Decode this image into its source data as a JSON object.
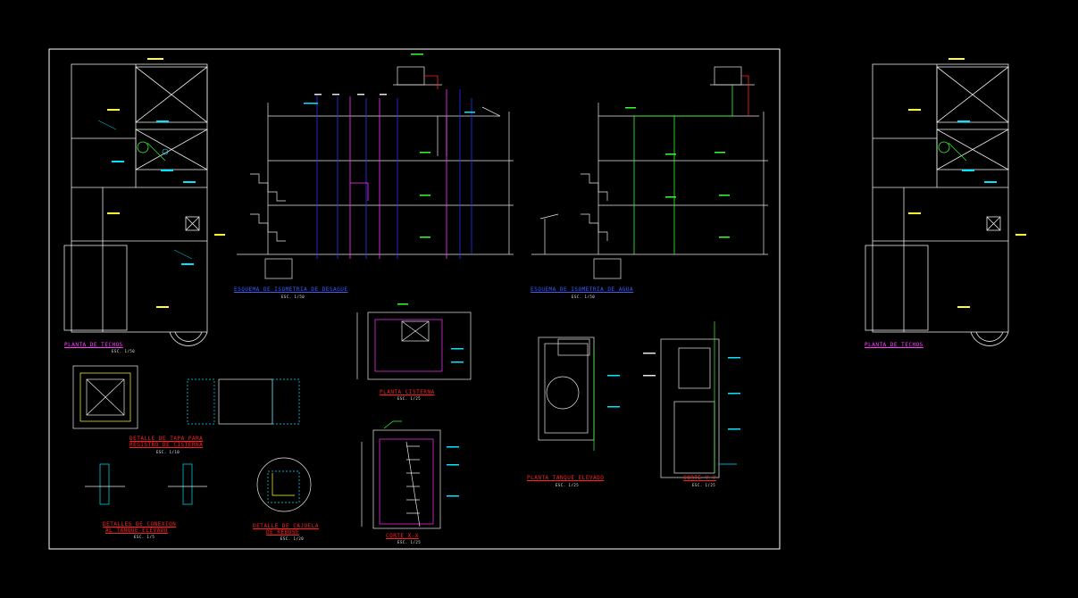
{
  "drawing": {
    "left_plan_title": "PLANTA DE TECHOS",
    "left_plan_scale": "ESC. 1/50",
    "right_plan_title": "PLANTA DE TECHOS",
    "section_blue_title": "ESQUEMA DE ISOMETRIA DE DESAGUE",
    "section_blue_scale": "ESC. 1/50",
    "section_right_title": "ESQUEMA DE ISOMETRIA DE AGUA",
    "section_right_scale": "ESC. 1/50",
    "tapa_title_1": "DETALLE DE TAPA PARA",
    "tapa_title_2": "REGISTRO DE CISTERNA",
    "tapa_scale": "ESC. 1/10",
    "conexion_title_1": "DETALLES DE CONEXION",
    "conexion_title_2": "AL TANQUE ELEVADO",
    "conexion_scale": "ESC. 1/5",
    "canuela_title_1": "DETALLE DE CAJUELA",
    "canuela_title_2": "DE REBOSE",
    "canuela_scale": "ESC. 1/20",
    "cisterna_title": "PLANTA CISTERNA",
    "cisterna_scale": "ESC. 1/25",
    "corte_xx_title": "CORTE X-X",
    "corte_xx_scale": "ESC. 1/25",
    "tanque_title": "PLANTA TANQUE ELEVADO",
    "tanque_scale": "ESC. 1/25",
    "corte_yy_title": "CORTE Y-Y",
    "corte_yy_scale": "ESC. 1/25"
  },
  "colors": {
    "background": "#000000",
    "frame": "#ffffff",
    "cyan": "#00e5ff",
    "green": "#33ff33",
    "magenta": "#ff33ff",
    "blue": "#2233ff",
    "red": "#ff2222",
    "yellow": "#ffff33"
  }
}
